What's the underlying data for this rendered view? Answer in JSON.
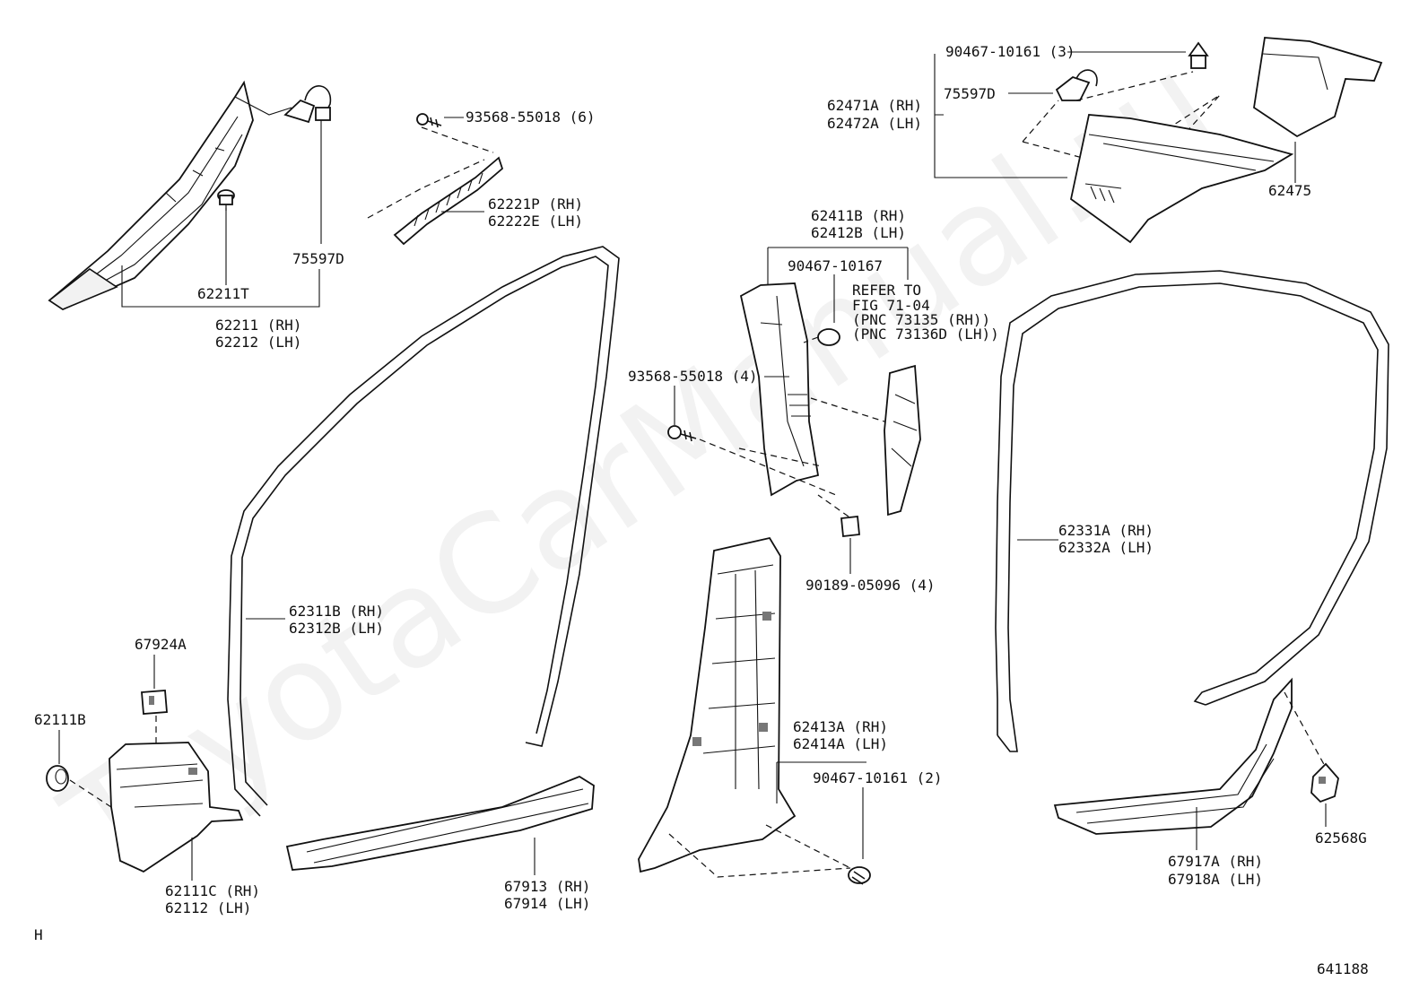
{
  "watermark": "ToyotaCarManual.ru",
  "corner_left": "H",
  "figure_number": "641188",
  "labels": {
    "p62211T": "62211T",
    "p75597D_a": "75597D",
    "p62211_rh": "62211 (RH)",
    "p62212_lh": "62212 (LH)",
    "p93568_6": "93568-55018 (6)",
    "p62221P_rh": "62221P (RH)",
    "p62222E_lh": "62222E (LH)",
    "p90467_3": "90467-10161 (3)",
    "p75597D_b": "75597D",
    "p62471A_rh": "62471A (RH)",
    "p62472A_lh": "62472A (LH)",
    "p62475": "62475",
    "p62411B_rh": "62411B (RH)",
    "p62412B_lh": "62412B (LH)",
    "p90467_10167": "90467-10167",
    "refer_1": "REFER TO",
    "refer_2": "FIG 71-04",
    "refer_3": "(PNC 73135  (RH))",
    "refer_4": "(PNC 73136D (LH))",
    "p93568_4": "93568-55018 (4)",
    "p90189_4": "90189-05096 (4)",
    "p62311B_rh": "62311B (RH)",
    "p62312B_lh": "62312B (LH)",
    "p62331A_rh": "62331A (RH)",
    "p62332A_lh": "62332A (LH)",
    "p67924A": "67924A",
    "p62111B": "62111B",
    "p62111C_rh": "62111C (RH)",
    "p62112_lh": "62112  (LH)",
    "p67913_rh": "67913 (RH)",
    "p67914_lh": "67914 (LH)",
    "p62413A_rh": "62413A (RH)",
    "p62414A_lh": "62414A (LH)",
    "p90467_2": "90467-10161 (2)",
    "p67917A_rh": "67917A (RH)",
    "p67918A_lh": "67918A (LH)",
    "p62568G": "62568G"
  }
}
